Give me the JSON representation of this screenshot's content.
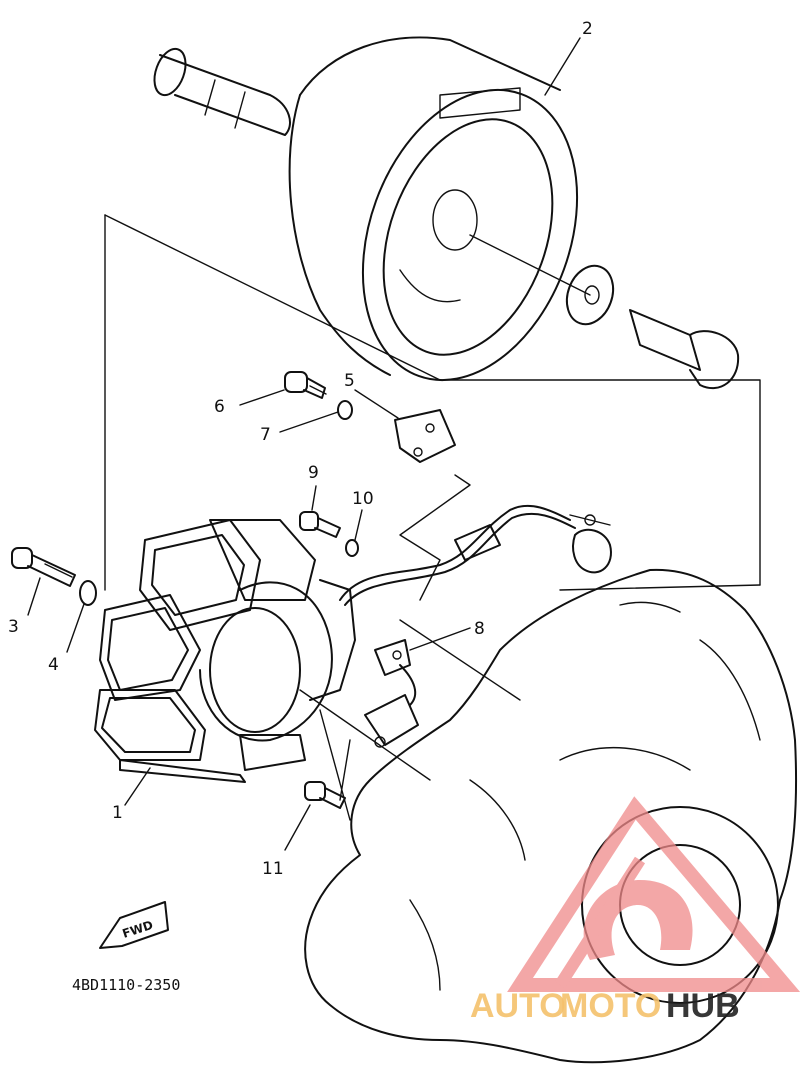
{
  "diagram": {
    "callouts": {
      "p1": "1",
      "p2": "2",
      "p3": "3",
      "p4": "4",
      "p5": "5",
      "p6": "6",
      "p7": "7",
      "p8": "8",
      "p9": "9",
      "p10": "10",
      "p11": "11"
    },
    "direction_label": "FWD",
    "figure_code": "4BD1110-2350"
  },
  "watermark": {
    "text_auto": "AUTO",
    "text_moto": "MOTO",
    "text_hub": "HUB",
    "color_logo": "#f08a8a",
    "color_auto": "#f5c16c",
    "color_hub": "#222222"
  }
}
